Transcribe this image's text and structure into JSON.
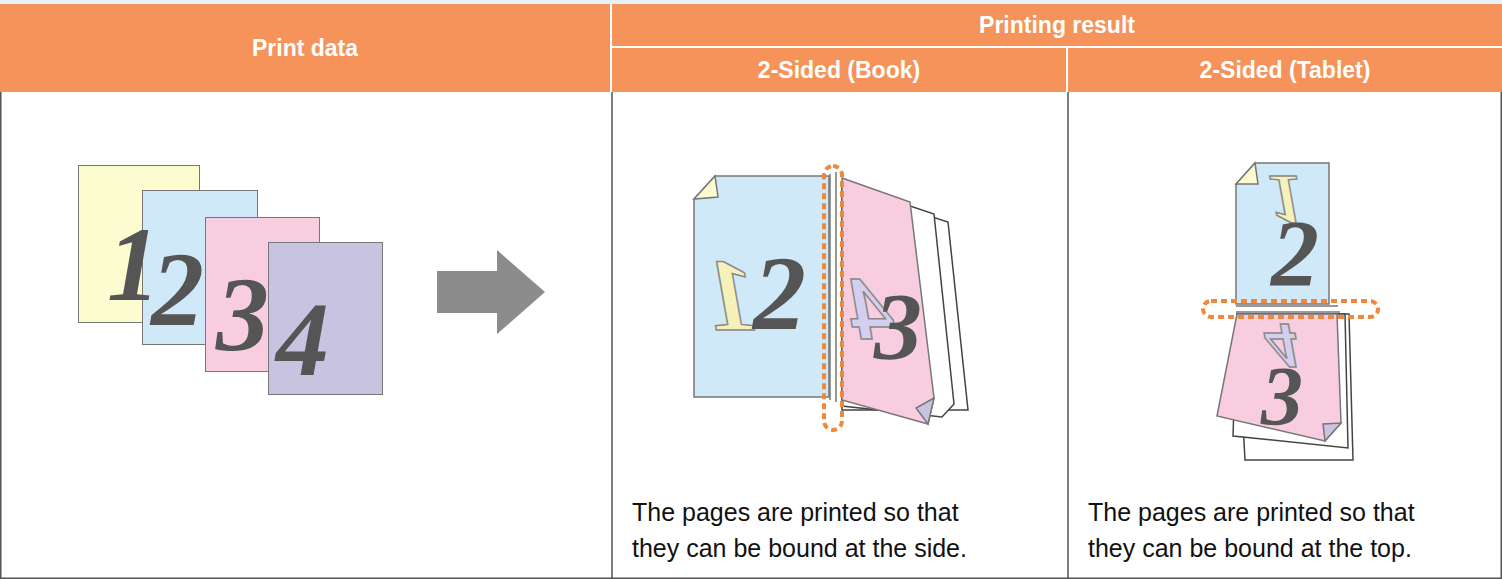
{
  "diagram": {
    "nodes": [
      {
        "text": [
          "Print data"
        ]
      },
      {
        "text": [
          "Printing result"
        ]
      },
      {
        "text": [
          "2-Sided (Book)"
        ]
      },
      {
        "text": [
          "2-Sided (Tablet)"
        ]
      },
      {
        "text": [
          "1"
        ]
      },
      {
        "text": [
          "2"
        ]
      },
      {
        "text": [
          "3"
        ]
      },
      {
        "text": [
          "4"
        ]
      },
      {
        "text": [
          "1",
          "2"
        ]
      },
      {
        "text": [
          "4",
          "3"
        ]
      },
      {
        "text": [
          "1",
          "2"
        ]
      },
      {
        "text": [
          "4",
          "3"
        ]
      }
    ],
    "labels": [
      "The pages are printed so that they can be bound at the side.",
      "The pages are printed so that they can be bound at the top."
    ]
  }
}
